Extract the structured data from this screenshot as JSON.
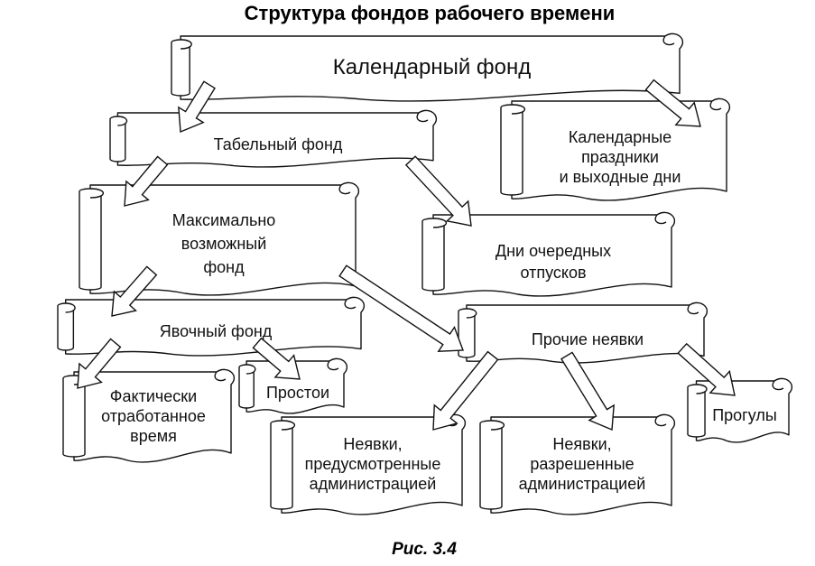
{
  "title": "Структура фондов рабочего времени",
  "caption": "Рис. 3.4",
  "nodes": {
    "calendar_fund": [
      "Календарный фонд"
    ],
    "holidays": [
      "Календарные",
      "праздники",
      "и выходные дни"
    ],
    "tabular_fund": [
      "Табельный фонд"
    ],
    "max_fund": [
      "Максимально",
      "возможный",
      "фонд"
    ],
    "vacations": [
      "Дни очередных",
      "отпусков"
    ],
    "attendance_fund": [
      "Явочный фонд"
    ],
    "other_absences": [
      "Прочие неявки"
    ],
    "worked_time": [
      "Фактически",
      "отработанное",
      "время"
    ],
    "downtime": [
      "Простои"
    ],
    "absence_admin_planned": [
      "Неявки,",
      "предусмотренные",
      "администрацией"
    ],
    "absence_admin_allowed": [
      "Неявки,",
      "разрешенные",
      "администрацией"
    ],
    "truancy": [
      "Прогулы"
    ]
  },
  "edges": [
    [
      "calendar_fund",
      "tabular_fund"
    ],
    [
      "calendar_fund",
      "holidays"
    ],
    [
      "tabular_fund",
      "max_fund"
    ],
    [
      "tabular_fund",
      "vacations"
    ],
    [
      "max_fund",
      "attendance_fund"
    ],
    [
      "max_fund",
      "other_absences"
    ],
    [
      "attendance_fund",
      "worked_time"
    ],
    [
      "attendance_fund",
      "downtime"
    ],
    [
      "other_absences",
      "absence_admin_planned"
    ],
    [
      "other_absences",
      "absence_admin_allowed"
    ],
    [
      "other_absences",
      "truancy"
    ]
  ]
}
